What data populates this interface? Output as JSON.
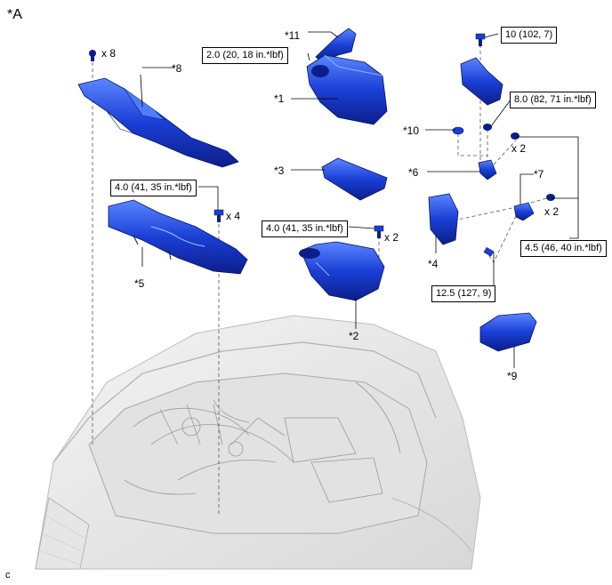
{
  "view_label": "*A",
  "corner_code": "c",
  "parts": [
    {
      "id": "p11",
      "label": "*11"
    },
    {
      "id": "p8",
      "label": "*8"
    },
    {
      "id": "p1",
      "label": "*1"
    },
    {
      "id": "p3",
      "label": "*3"
    },
    {
      "id": "p5",
      "label": "*5"
    },
    {
      "id": "p2",
      "label": "*2"
    },
    {
      "id": "p10",
      "label": "*10"
    },
    {
      "id": "p6",
      "label": "*6"
    },
    {
      "id": "p7",
      "label": "*7"
    },
    {
      "id": "p4",
      "label": "*4"
    },
    {
      "id": "p9",
      "label": "*9"
    }
  ],
  "torques": {
    "t_air_cleaner": "2.0 (20, 18 in.*lbf)",
    "t_duct": "4.0 (41, 35 in.*lbf)",
    "t_case": "4.0 (41, 35 in.*lbf)",
    "t_top": "10 (102, 7)",
    "t_mid": "8.0 (82, 71 in.*lbf)",
    "t_bracket": "4.5 (46, 40 in.*lbf)",
    "t_bottom": "12.5 (127, 9)"
  },
  "quantities": {
    "q_clip": "x 8",
    "q_duct": "x 4",
    "q_case": "x 2",
    "q_nut_a": "x 2",
    "q_nut_b": "x 2"
  },
  "colors": {
    "part": "#1a3fd6",
    "part_dark": "#0b1f8a",
    "part_light": "#4f7bff",
    "engine": "#c8c8c8"
  }
}
